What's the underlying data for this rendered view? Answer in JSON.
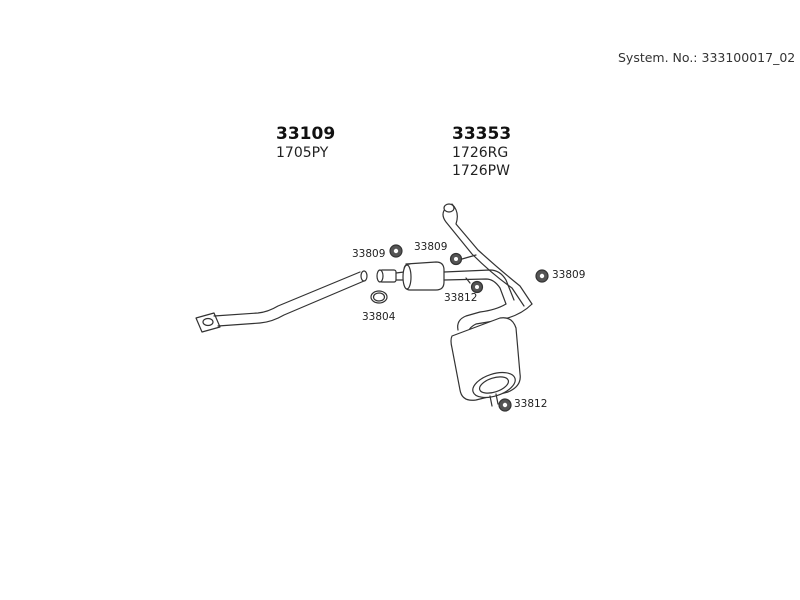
{
  "header": {
    "system_no": "System. No.: 333100017_02"
  },
  "parts": {
    "front_pipe": {
      "number": "33109",
      "codes": [
        "1705PY"
      ]
    },
    "rear_section": {
      "number": "33353",
      "codes": [
        "1726RG",
        "1726PW"
      ]
    }
  },
  "callouts": {
    "hanger_left": "33809",
    "hanger_mid": "33809",
    "hanger_right": "33809",
    "gasket": "33804",
    "clamp_mid": "33812",
    "clamp_bottom": "33812"
  },
  "colors": {
    "line": "#333333",
    "fill": "#ffffff",
    "rubber": "#555555"
  }
}
